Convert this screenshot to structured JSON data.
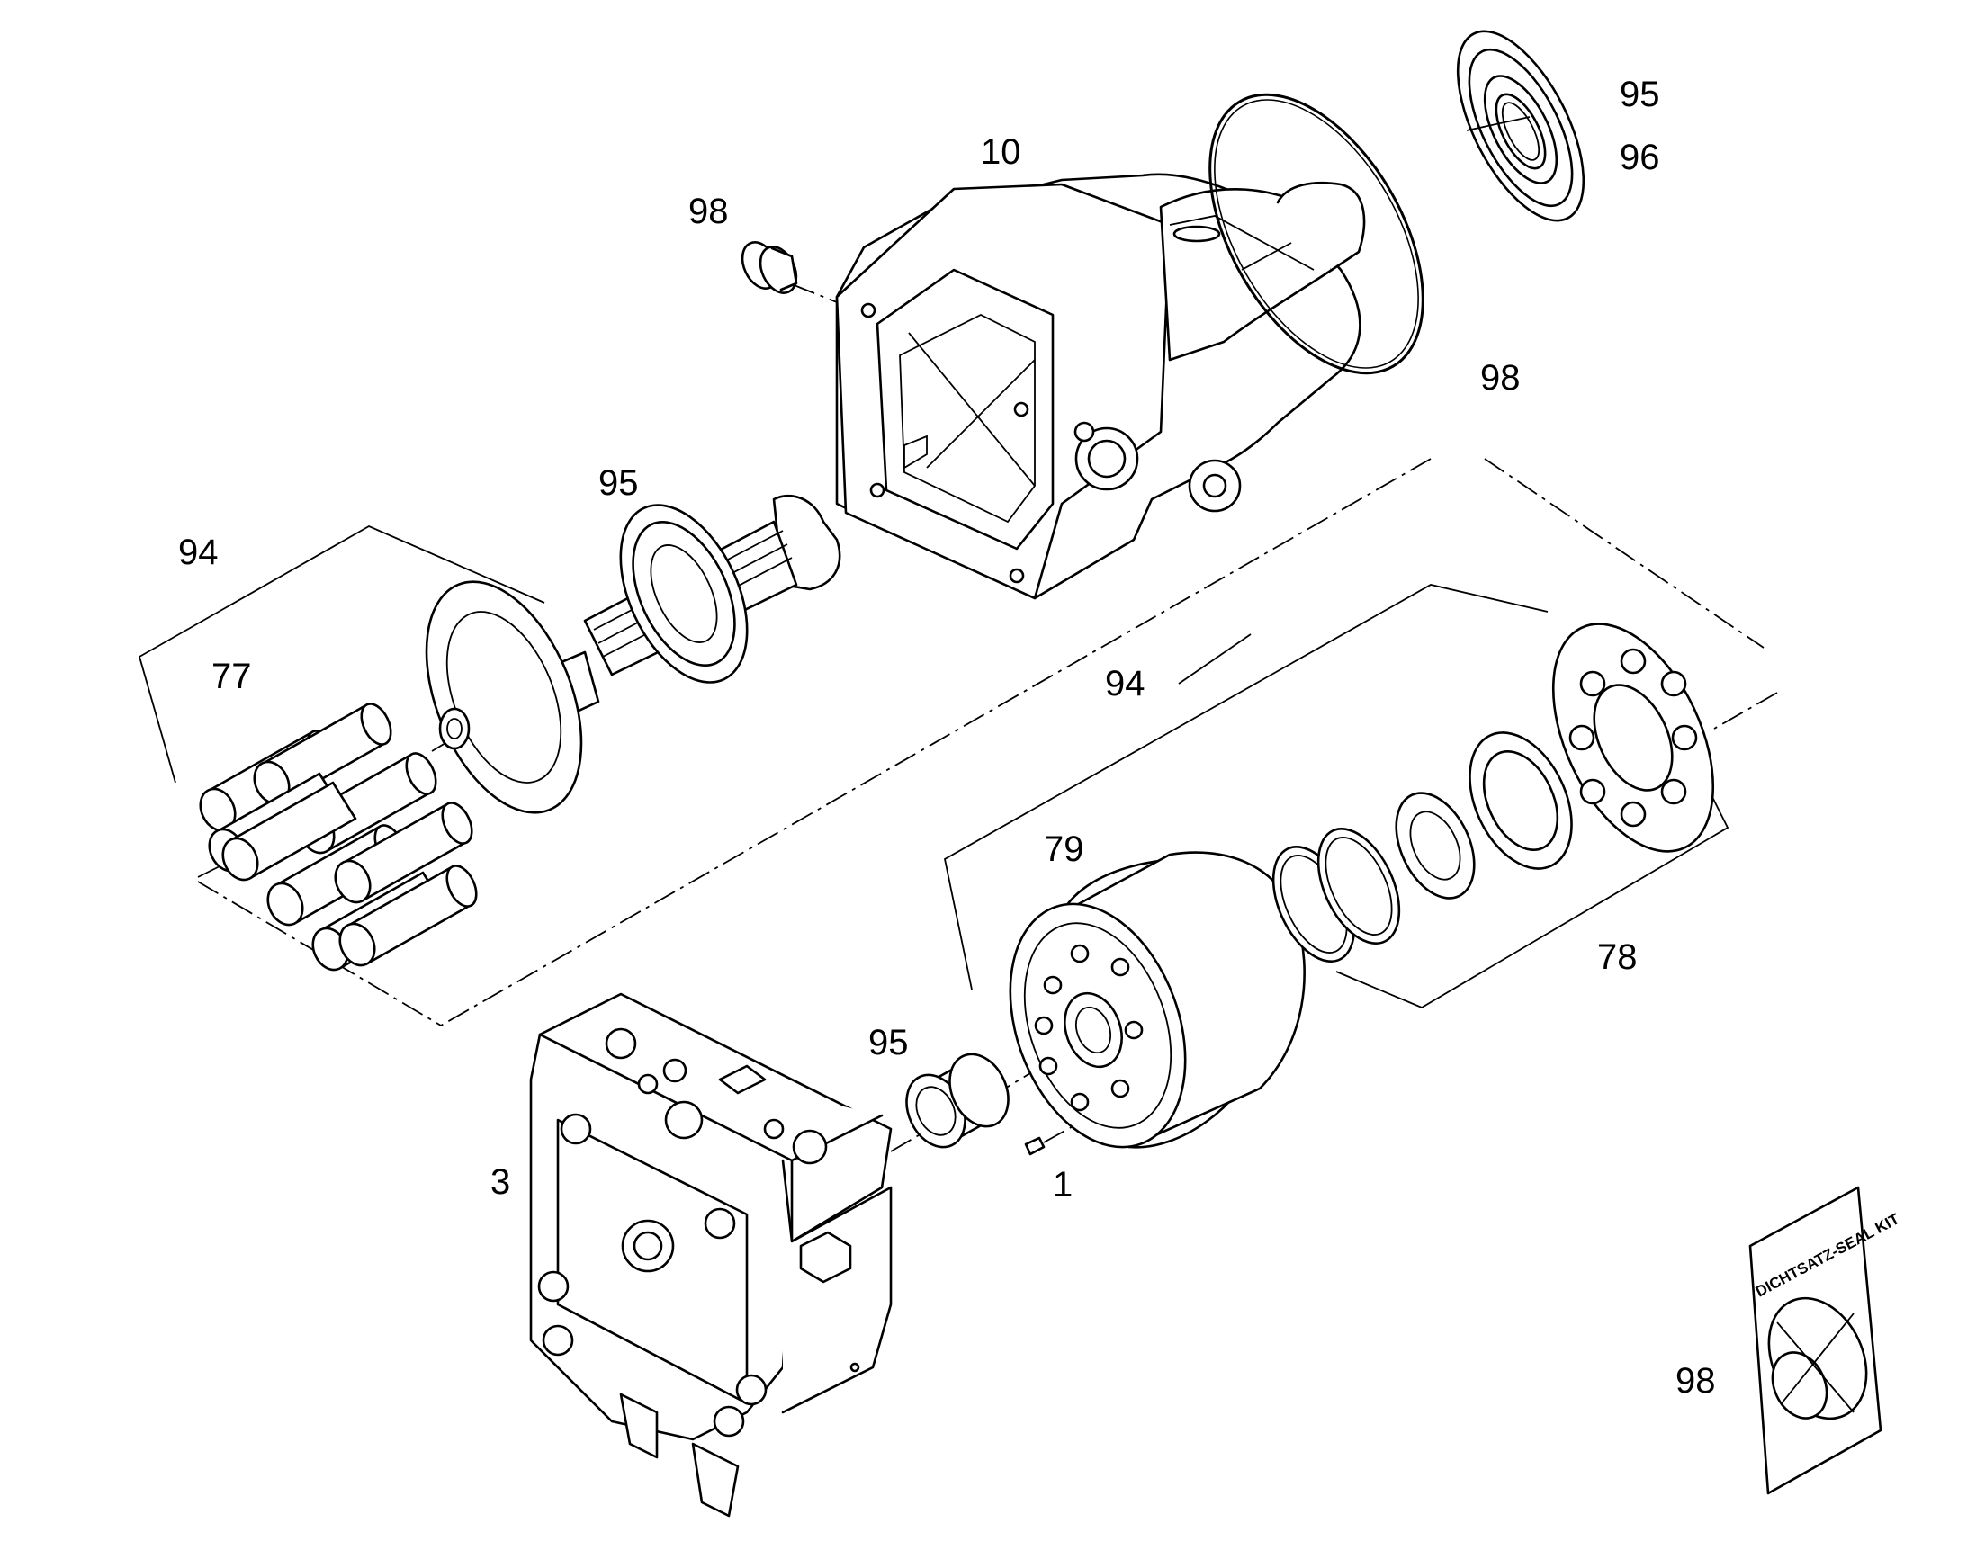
{
  "callouts": {
    "c95_top": "95",
    "c96": "96",
    "c10": "10",
    "c98_plug": "98",
    "c98_oring": "98",
    "c95_shaft": "95",
    "c94_left": "94",
    "c77": "77",
    "c94_mid": "94",
    "c79": "79",
    "c78": "78",
    "c95_bearing": "95",
    "c1": "1",
    "c3": "3",
    "c98_kit": "98"
  },
  "seal_kit": {
    "label": "DICHTSATZ-SEAL KIT"
  }
}
